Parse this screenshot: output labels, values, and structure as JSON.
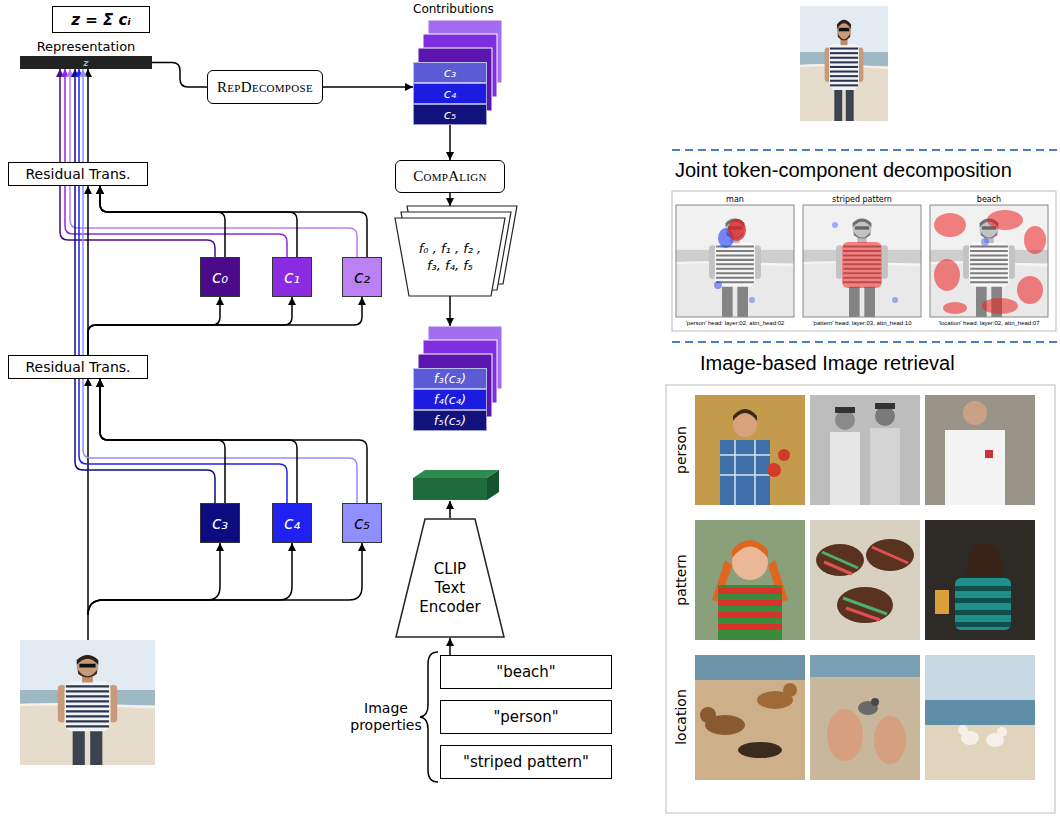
{
  "diagram": {
    "nodes": [
      {
        "text": [
          "z = Σ cᵢ"
        ]
      },
      {
        "text": [
          "Representation",
          "z"
        ]
      },
      {
        "text": [
          "RepDecompose"
        ]
      },
      {
        "text": [
          "Contributions"
        ]
      },
      {
        "text": [
          "c₃"
        ],
        "in": 3
      },
      {
        "text": [
          "c₄"
        ],
        "in": 3
      },
      {
        "text": [
          "c₅"
        ],
        "in": 3
      },
      {
        "text": [
          "Residual Trans."
        ]
      },
      {
        "text": [
          "c₀"
        ]
      },
      {
        "text": [
          "c₁"
        ]
      },
      {
        "text": [
          "c₂"
        ]
      },
      {
        "text": [
          "CompAlign"
        ]
      },
      {
        "text": [
          "f₀ , f₁ , f₂ , f₃, f₄, f₅"
        ]
      },
      {
        "text": [
          "Residual Trans."
        ]
      },
      {
        "text": [
          "f₃(c₃)"
        ]
      },
      {
        "text": [
          "f₄(c₄)"
        ]
      },
      {
        "text": [
          "f₅(c₅)"
        ]
      },
      {
        "text": [
          "c₃"
        ]
      },
      {
        "text": [
          "c₄"
        ]
      },
      {
        "text": [
          "c₅"
        ]
      },
      {
        "text": [
          "CLIP Text Encoder"
        ]
      },
      {
        "text": [
          "\"beach\""
        ]
      },
      {
        "text": [
          "\"person\""
        ]
      },
      {
        "text": [
          "\"striped pattern\""
        ]
      }
    ],
    "edges": [
      {
        "from": 7,
        "to": 1,
        "arrow": "to"
      },
      {
        "from": 8,
        "to": 1,
        "arrow": "to"
      },
      {
        "from": 9,
        "to": 1,
        "arrow": "to"
      },
      {
        "from": 10,
        "to": 1,
        "arrow": "to"
      },
      {
        "from": 17,
        "to": 1,
        "arrow": "to"
      },
      {
        "from": 18,
        "to": 1,
        "arrow": "to"
      },
      {
        "from": 19,
        "to": 1,
        "arrow": "to"
      },
      {
        "from": 13,
        "to": 7,
        "arrow": "to"
      },
      {
        "from": 13,
        "to": 8,
        "arrow": "to"
      },
      {
        "from": 13,
        "to": 9,
        "arrow": "to"
      },
      {
        "from": 13,
        "to": 10,
        "arrow": "to"
      },
      {
        "from": 8,
        "to": 7,
        "arrow": "to"
      },
      {
        "from": 9,
        "to": 7,
        "arrow": "to"
      },
      {
        "from": 10,
        "to": 7,
        "arrow": "to"
      },
      {
        "from": 17,
        "to": 13,
        "arrow": "to"
      },
      {
        "from": 18,
        "to": 13,
        "arrow": "to"
      },
      {
        "from": 19,
        "to": 13,
        "arrow": "to"
      },
      {
        "from": 1,
        "to": 2,
        "arrow": "none"
      },
      {
        "from": 2,
        "to": 3,
        "arrow": "to"
      },
      {
        "from": 3,
        "to": 11,
        "arrow": "to"
      },
      {
        "from": 11,
        "to": 12,
        "arrow": "to"
      },
      {
        "from": 12,
        "to": 14,
        "arrow": "to"
      },
      {
        "from": 21,
        "to": 20,
        "arrow": "to"
      }
    ],
    "labels": [
      "Image properties",
      "Joint token-component decomposition",
      "man",
      "striped pattern",
      "beach",
      "'person' head: layer:02, attn_head:02",
      "'pattern' head: layer:03, attn_head:10",
      "'location' head: layer:02, attn_head:07",
      "Image-based Image retrieval",
      "person",
      "pattern",
      "location"
    ]
  }
}
